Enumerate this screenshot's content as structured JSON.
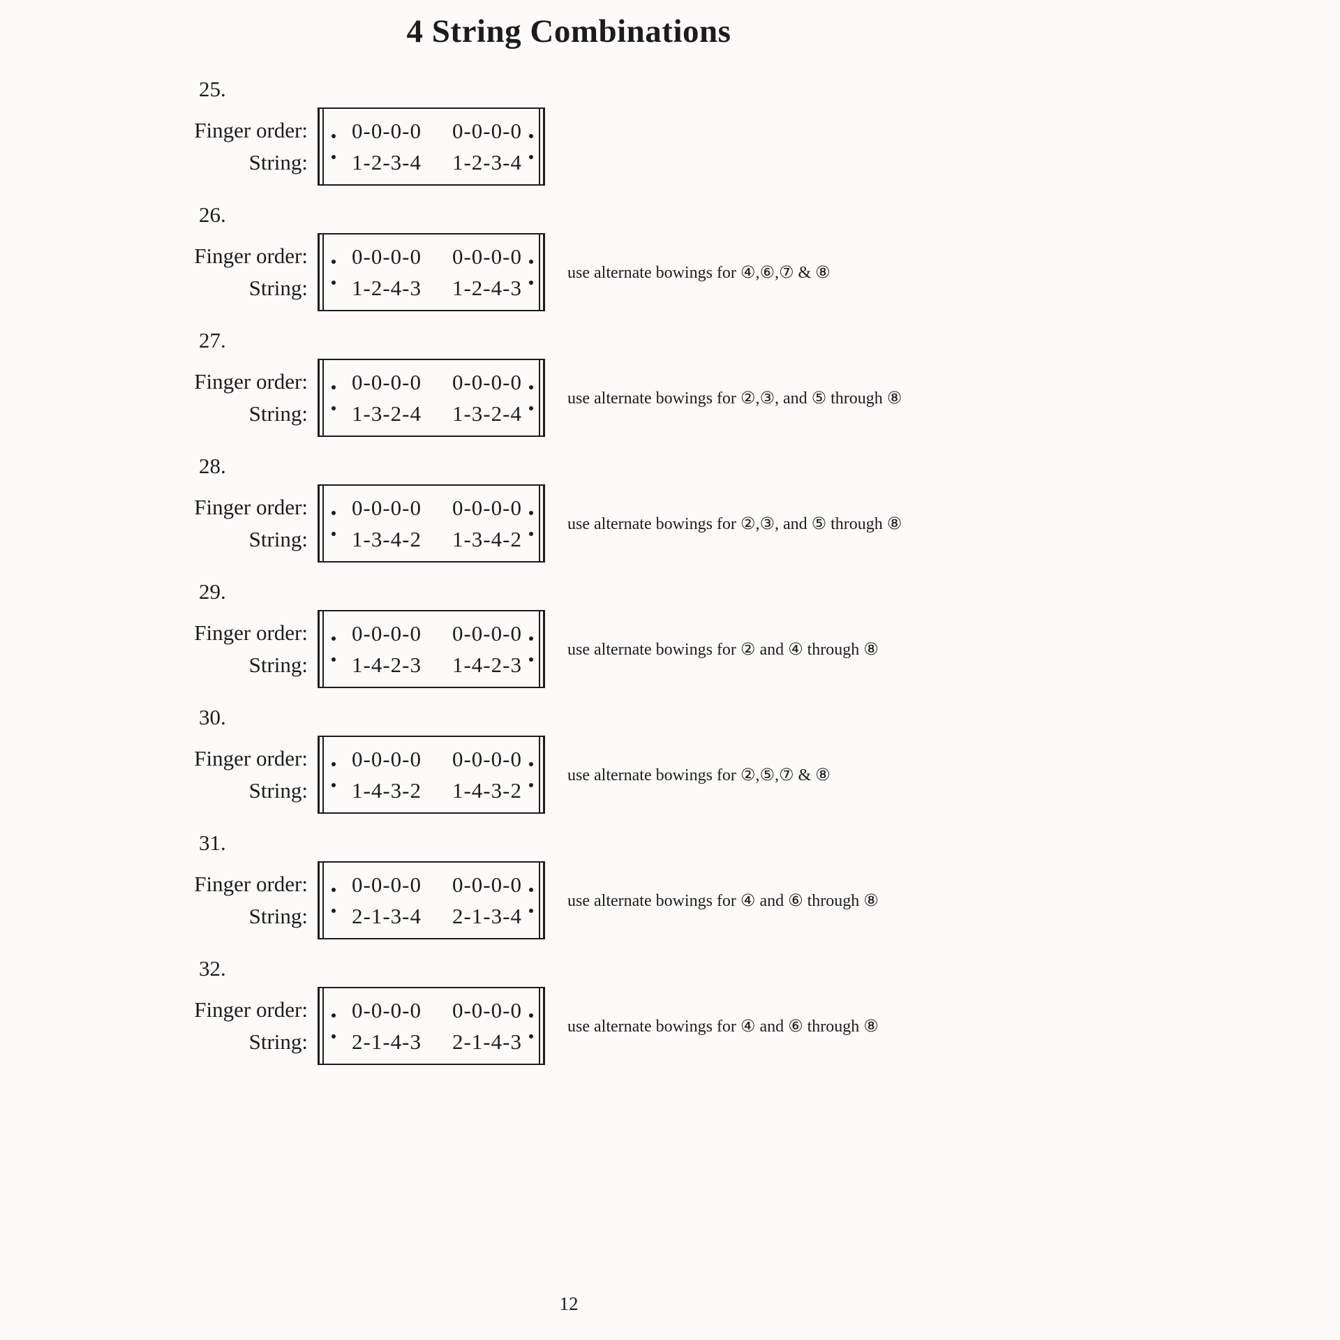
{
  "page": {
    "title": "4 String Combinations",
    "page_number": "12"
  },
  "labels": {
    "finger_order": "Finger order:",
    "string": "String:"
  },
  "exercises": [
    {
      "number": "25.",
      "finger_1": "0-0-0-0",
      "finger_2": "0-0-0-0",
      "string_1": "1-2-3-4",
      "string_2": "1-2-3-4",
      "note": ""
    },
    {
      "number": "26.",
      "finger_1": "0-0-0-0",
      "finger_2": "0-0-0-0",
      "string_1": "1-2-4-3",
      "string_2": "1-2-4-3",
      "note": "use alternate bowings for ④,⑥,⑦ & ⑧"
    },
    {
      "number": "27.",
      "finger_1": "0-0-0-0",
      "finger_2": "0-0-0-0",
      "string_1": "1-3-2-4",
      "string_2": "1-3-2-4",
      "note": "use alternate bowings for ②,③, and ⑤ through ⑧"
    },
    {
      "number": "28.",
      "finger_1": "0-0-0-0",
      "finger_2": "0-0-0-0",
      "string_1": "1-3-4-2",
      "string_2": "1-3-4-2",
      "note": "use alternate bowings for ②,③, and ⑤ through ⑧"
    },
    {
      "number": "29.",
      "finger_1": "0-0-0-0",
      "finger_2": "0-0-0-0",
      "string_1": "1-4-2-3",
      "string_2": "1-4-2-3",
      "note": "use alternate bowings for ② and ④ through ⑧"
    },
    {
      "number": "30.",
      "finger_1": "0-0-0-0",
      "finger_2": "0-0-0-0",
      "string_1": "1-4-3-2",
      "string_2": "1-4-3-2",
      "note": "use alternate bowings for ②,⑤,⑦ & ⑧"
    },
    {
      "number": "31.",
      "finger_1": "0-0-0-0",
      "finger_2": "0-0-0-0",
      "string_1": "2-1-3-4",
      "string_2": "2-1-3-4",
      "note": "use alternate bowings for ④ and ⑥ through ⑧"
    },
    {
      "number": "32.",
      "finger_1": "0-0-0-0",
      "finger_2": "0-0-0-0",
      "string_1": "2-1-4-3",
      "string_2": "2-1-4-3",
      "note": "use alternate bowings for ④ and ⑥ through ⑧"
    }
  ]
}
